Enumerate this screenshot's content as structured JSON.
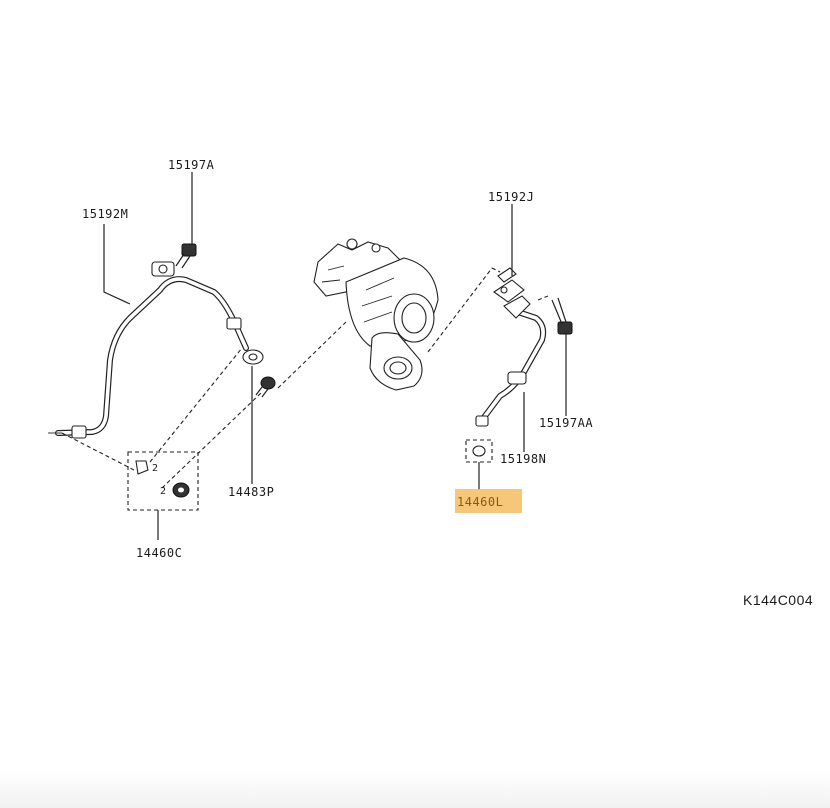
{
  "labels": {
    "bolt_top_left": "15197A",
    "tube_left": "15192M",
    "gasket_kit_left": "14460C",
    "bolt_lower_left": "14483P",
    "flange_right": "15192J",
    "tube_right": "15198N",
    "bolt_right": "15197AA",
    "gasket_right_highlighted": "14460L",
    "diagram_code": "K144C004"
  },
  "quantity_marks": {
    "gasket_upper": "2",
    "gasket_lower": "2"
  },
  "highlight_color": "#f5c06a"
}
